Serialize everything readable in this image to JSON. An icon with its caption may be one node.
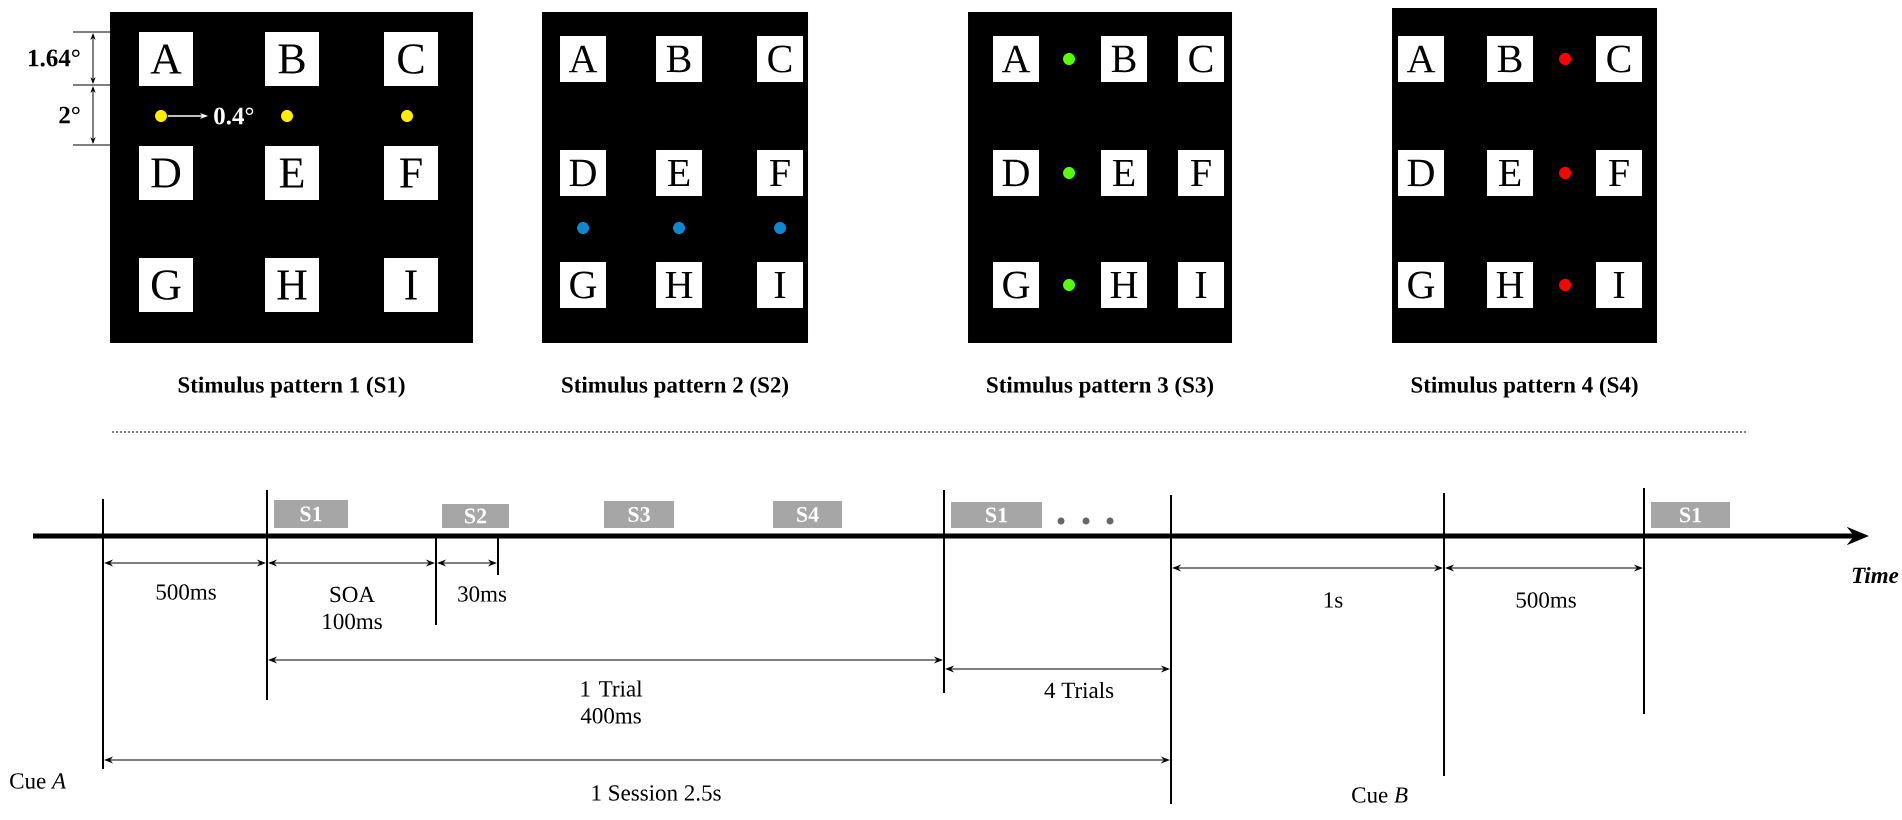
{
  "diagram": {
    "nodes": [
      {
        "text": [
          "Stimulus pattern 1 (S1)"
        ]
      },
      {
        "text": [
          "A"
        ],
        "in": 0
      },
      {
        "text": [
          "B"
        ],
        "in": 0
      },
      {
        "text": [
          "C"
        ],
        "in": 0
      },
      {
        "text": [
          "D"
        ],
        "in": 0
      },
      {
        "text": [
          "E"
        ],
        "in": 0
      },
      {
        "text": [
          "F"
        ],
        "in": 0
      },
      {
        "text": [
          "G"
        ],
        "in": 0
      },
      {
        "text": [
          "H"
        ],
        "in": 0
      },
      {
        "text": [
          "I"
        ],
        "in": 0
      },
      {
        "text": [
          "Stimulus pattern 2 (S2)"
        ]
      },
      {
        "text": [
          "A"
        ],
        "in": 10
      },
      {
        "text": [
          "B"
        ],
        "in": 10
      },
      {
        "text": [
          "C"
        ],
        "in": 10
      },
      {
        "text": [
          "D"
        ],
        "in": 10
      },
      {
        "text": [
          "E"
        ],
        "in": 10
      },
      {
        "text": [
          "F"
        ],
        "in": 10
      },
      {
        "text": [
          "G"
        ],
        "in": 10
      },
      {
        "text": [
          "H"
        ],
        "in": 10
      },
      {
        "text": [
          "I"
        ],
        "in": 10
      },
      {
        "text": [
          "Stimulus pattern 3 (S3)"
        ]
      },
      {
        "text": [
          "A"
        ],
        "in": 20
      },
      {
        "text": [
          "B"
        ],
        "in": 20
      },
      {
        "text": [
          "C"
        ],
        "in": 20
      },
      {
        "text": [
          "D"
        ],
        "in": 20
      },
      {
        "text": [
          "E"
        ],
        "in": 20
      },
      {
        "text": [
          "F"
        ],
        "in": 20
      },
      {
        "text": [
          "G"
        ],
        "in": 20
      },
      {
        "text": [
          "H"
        ],
        "in": 20
      },
      {
        "text": [
          "I"
        ],
        "in": 20
      },
      {
        "text": [
          "Stimulus pattern 4 (S4)"
        ]
      },
      {
        "text": [
          "A"
        ],
        "in": 30
      },
      {
        "text": [
          "B"
        ],
        "in": 30
      },
      {
        "text": [
          "C"
        ],
        "in": 30
      },
      {
        "text": [
          "D"
        ],
        "in": 30
      },
      {
        "text": [
          "E"
        ],
        "in": 30
      },
      {
        "text": [
          "F"
        ],
        "in": 30
      },
      {
        "text": [
          "G"
        ],
        "in": 30
      },
      {
        "text": [
          "H"
        ],
        "in": 30
      },
      {
        "text": [
          "I"
        ],
        "in": 30
      },
      {
        "text": [
          "S1"
        ]
      },
      {
        "text": [
          "S2"
        ]
      },
      {
        "text": [
          "S3"
        ]
      },
      {
        "text": [
          "S4"
        ]
      },
      {
        "text": [
          "S1"
        ]
      },
      {
        "text": [
          "S1"
        ]
      }
    ],
    "labels": [
      "1.64°",
      "2°",
      "0.4°",
      "500ms",
      "SOA 100ms",
      "30ms",
      "1 Trial 400ms",
      "4 Trials",
      "1s",
      "500ms",
      "Time",
      "1 Session 2.5s",
      "Cue *A*",
      "Cue *B*"
    ]
  }
}
